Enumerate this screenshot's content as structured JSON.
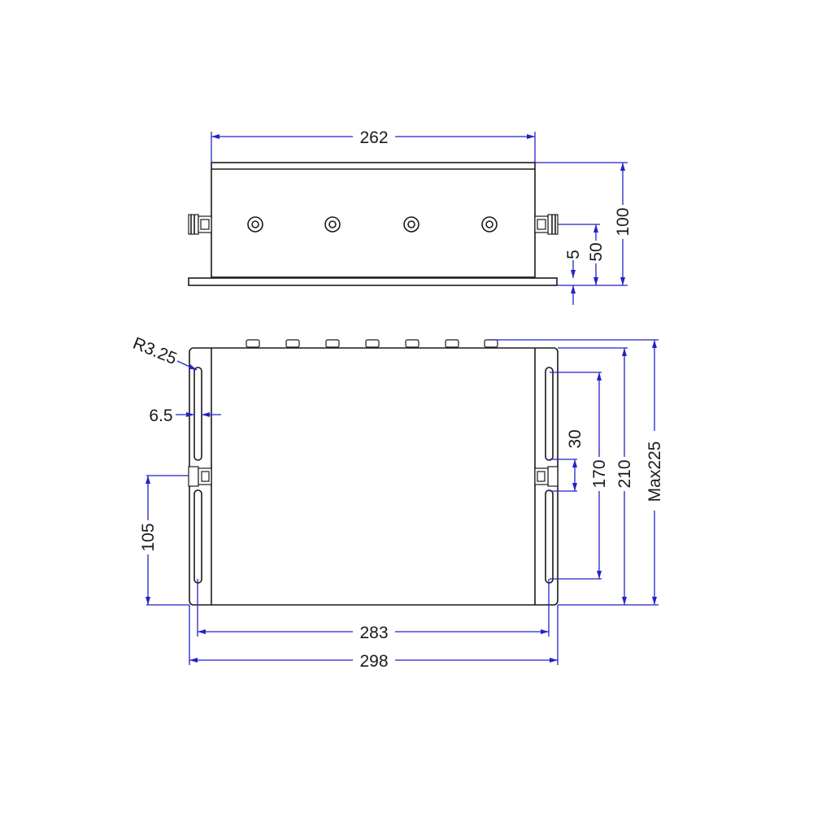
{
  "drawing": {
    "top_view": {
      "width_dim": "262",
      "height_dim": "100",
      "connector_height_dim": "50",
      "plate_thickness_dim": "5",
      "tuning_screws": 4
    },
    "bottom_view": {
      "slot_radius_dim": "R3.25",
      "slot_width_dim": "6.5",
      "connector_offset_dim": "105",
      "slot_gap_dim": "30",
      "slot_span_dim": "170",
      "body_depth_dim": "210",
      "max_depth_dim": "Max225",
      "slot_pitch_dim": "283",
      "overall_width_dim": "298",
      "top_screws": 7
    },
    "colors": {
      "outline": "#1a1a1a",
      "dimension": "#2222c8"
    }
  }
}
